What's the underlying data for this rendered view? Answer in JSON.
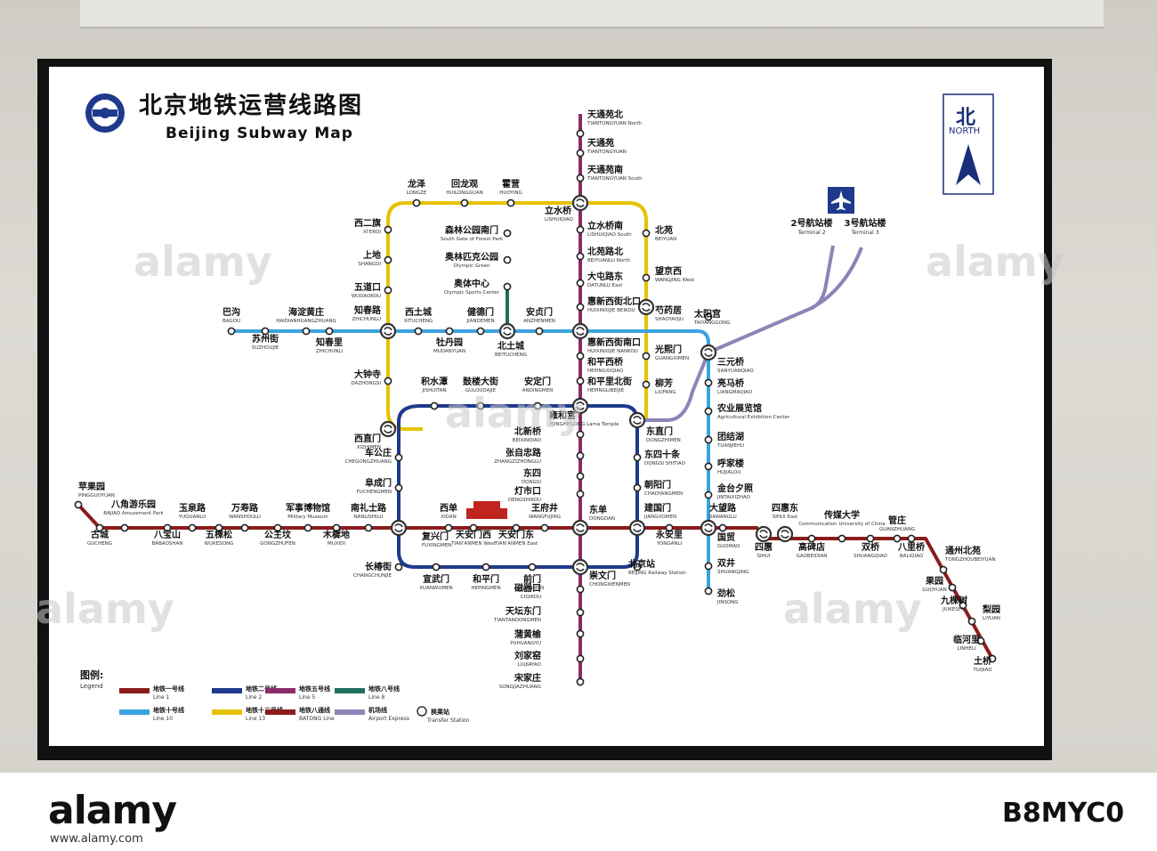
{
  "title_cn": "北京地铁运营线路图",
  "title_en": "Beijing Subway Map",
  "north_cn": "北",
  "north_en": "NORTH",
  "watermark": "alamy",
  "footer": {
    "logo": "alamy",
    "code": "B8MYC0",
    "url": "www.alamy.com"
  },
  "colors": {
    "line1": "#8b1c1c",
    "line2": "#1f3a8c",
    "line5": "#8a2a66",
    "line8": "#1f7060",
    "line10": "#3ba3e0",
    "line13": "#e6c200",
    "batong": "#8b1c1c",
    "airport": "#8a86b8"
  },
  "legend": {
    "title_cn": "图例:",
    "title_en": "Legend",
    "items": [
      {
        "cn": "地铁一号线",
        "en": "Line 1",
        "color": "#8b1c1c"
      },
      {
        "cn": "地铁二号线",
        "en": "Line 2",
        "color": "#1f3a8c"
      },
      {
        "cn": "地铁五号线",
        "en": "Line 5",
        "color": "#8a2a66"
      },
      {
        "cn": "地铁八号线",
        "en": "Line 8",
        "color": "#1f7060"
      },
      {
        "cn": "地铁十号线",
        "en": "Line 10",
        "color": "#3ba3e0"
      },
      {
        "cn": "地铁十三号线",
        "en": "Line 13",
        "color": "#e6c200"
      },
      {
        "cn": "地铁八通线",
        "en": "BATONG Line",
        "color": "#8b1c1c"
      },
      {
        "cn": "机场线",
        "en": "Airport Express",
        "color": "#8a86b8"
      }
    ],
    "transfer_cn": "换乘站",
    "transfer_en": "Transfer Station"
  },
  "airport": {
    "t2_cn": "2号航站楼",
    "t2_en": "Terminal 2",
    "t3_cn": "3号航站楼",
    "t3_en": "Terminal 3"
  },
  "stations": [
    {
      "cn": "天通苑北",
      "en": "TIANTONGYUAN North"
    },
    {
      "cn": "天通苑",
      "en": "TIANTONGYUAN"
    },
    {
      "cn": "天通苑南",
      "en": "TIANTONGYUAN South"
    },
    {
      "cn": "立水桥",
      "en": "LISHUIQIAO"
    },
    {
      "cn": "立水桥南",
      "en": "LISHUIQIAO South"
    },
    {
      "cn": "北苑路北",
      "en": "BEIYUANLU North"
    },
    {
      "cn": "大屯路东",
      "en": "DATUNLU East"
    },
    {
      "cn": "惠新西街北口",
      "en": "HUIXINXIJIE BEIKOU"
    },
    {
      "cn": "惠新西街南口",
      "en": "HUIXINXIJIE NANKOU"
    },
    {
      "cn": "和平西桥",
      "en": "HEPINGXIQIAO"
    },
    {
      "cn": "和平里北街",
      "en": "HEPINGLIBEIJIE"
    },
    {
      "cn": "雍和宫",
      "en": "YONGHEGONG Lama Temple"
    },
    {
      "cn": "北新桥",
      "en": "BEIXINQIAO"
    },
    {
      "cn": "张自忠路",
      "en": "ZHANGZIZHONGLU"
    },
    {
      "cn": "东四",
      "en": "DONGSI"
    },
    {
      "cn": "灯市口",
      "en": "DENGSHIKOU"
    },
    {
      "cn": "东单",
      "en": "DONGDAN"
    },
    {
      "cn": "崇文门",
      "en": "CHONGWENMEN"
    },
    {
      "cn": "磁器口",
      "en": "CIQIKOU"
    },
    {
      "cn": "天坛东门",
      "en": "TIANTANDONGMEN"
    },
    {
      "cn": "蒲黄榆",
      "en": "PUHUANGYU"
    },
    {
      "cn": "刘家窑",
      "en": "LIUJIAYAO"
    },
    {
      "cn": "宋家庄",
      "en": "SONGJIAZHUANG"
    },
    {
      "cn": "龙泽",
      "en": "LONGZE"
    },
    {
      "cn": "回龙观",
      "en": "HUILONGGUAN"
    },
    {
      "cn": "霍营",
      "en": "HUOYING"
    },
    {
      "cn": "西二旗",
      "en": "XI'ERQI"
    },
    {
      "cn": "上地",
      "en": "SHANGDI"
    },
    {
      "cn": "五道口",
      "en": "WUDAOKOU"
    },
    {
      "cn": "知春路",
      "en": "ZHICHUNLU"
    },
    {
      "cn": "大钟寺",
      "en": "DAZHONGSI"
    },
    {
      "cn": "西直门",
      "en": "XIZHIMEN"
    },
    {
      "cn": "北苑",
      "en": "BEIYUAN"
    },
    {
      "cn": "望京西",
      "en": "WANGJING West"
    },
    {
      "cn": "芍药居",
      "en": "SHAOYAOJU"
    },
    {
      "cn": "光熙门",
      "en": "GUANGXIMEN"
    },
    {
      "cn": "柳芳",
      "en": "LIUFANG"
    },
    {
      "cn": "东直门",
      "en": "DONGZHIMEN"
    },
    {
      "cn": "森林公园南门",
      "en": "South Gate of Forest Park"
    },
    {
      "cn": "奥林匹克公园",
      "en": "Olympic Green"
    },
    {
      "cn": "奥体中心",
      "en": "Olympic Sports Center"
    },
    {
      "cn": "北土城",
      "en": "BEITUCHENG"
    },
    {
      "cn": "巴沟",
      "en": "BAGOU"
    },
    {
      "cn": "苏州街",
      "en": "SUZHOUJIE"
    },
    {
      "cn": "海淀黄庄",
      "en": "HAIDIANHUANGZHUANG"
    },
    {
      "cn": "知春里",
      "en": "ZHICHUNLI"
    },
    {
      "cn": "西土城",
      "en": "XITUCHENG"
    },
    {
      "cn": "牡丹园",
      "en": "MUDANYUAN"
    },
    {
      "cn": "健德门",
      "en": "JIANDEMEN"
    },
    {
      "cn": "安贞门",
      "en": "ANZHENMEN"
    },
    {
      "cn": "太阳宫",
      "en": "TAIYANGGONG"
    },
    {
      "cn": "三元桥",
      "en": "SANYUANQIAO"
    },
    {
      "cn": "亮马桥",
      "en": "LIANGMAQIAO"
    },
    {
      "cn": "农业展览馆",
      "en": "Agricultural Exhibition Center"
    },
    {
      "cn": "团结湖",
      "en": "TUANJIEHU"
    },
    {
      "cn": "呼家楼",
      "en": "HUJIALOU"
    },
    {
      "cn": "金台夕照",
      "en": "JINTAIXIZHAO"
    },
    {
      "cn": "国贸",
      "en": "GUOMAO"
    },
    {
      "cn": "双井",
      "en": "SHUANGJING"
    },
    {
      "cn": "劲松",
      "en": "JINSONG"
    },
    {
      "cn": "积水潭",
      "en": "JISHUITAN"
    },
    {
      "cn": "鼓楼大街",
      "en": "GULOUDAJIE"
    },
    {
      "cn": "安定门",
      "en": "ANDINGMEN"
    },
    {
      "cn": "车公庄",
      "en": "CHEGONGZHUANG"
    },
    {
      "cn": "阜成门",
      "en": "FUCHENGMEN"
    },
    {
      "cn": "复兴门",
      "en": "FUXINGMEN"
    },
    {
      "cn": "长椿街",
      "en": "CHANGCHUNJIE"
    },
    {
      "cn": "宣武门",
      "en": "XUANWUMEN"
    },
    {
      "cn": "和平门",
      "en": "HEPINGMEN"
    },
    {
      "cn": "前门",
      "en": "QIANMEN"
    },
    {
      "cn": "北京站",
      "en": "BEIJING Railway Station"
    },
    {
      "cn": "建国门",
      "en": "JIANGUOMEN"
    },
    {
      "cn": "朝阳门",
      "en": "CHAOYANGMEN"
    },
    {
      "cn": "东四十条",
      "en": "DONGSI SHITIAO"
    },
    {
      "cn": "苹果园",
      "en": "PINGGUOYUAN"
    },
    {
      "cn": "古城",
      "en": "GUCHENG"
    },
    {
      "cn": "八角游乐园",
      "en": "BAJIAO Amusement Park"
    },
    {
      "cn": "八宝山",
      "en": "BABAOSHAN"
    },
    {
      "cn": "玉泉路",
      "en": "YUQUANLU"
    },
    {
      "cn": "五棵松",
      "en": "WUKESONG"
    },
    {
      "cn": "万寿路",
      "en": "WANSHOULU"
    },
    {
      "cn": "公主坟",
      "en": "GONGZHUFEN"
    },
    {
      "cn": "军事博物馆",
      "en": "Military Museum"
    },
    {
      "cn": "木樨地",
      "en": "MUXIDI"
    },
    {
      "cn": "南礼士路",
      "en": "NANLISHILU"
    },
    {
      "cn": "西单",
      "en": "XIDAN"
    },
    {
      "cn": "天安门西",
      "en": "TIAN'ANMEN West"
    },
    {
      "cn": "天安门东",
      "en": "TIAN'ANMEN East"
    },
    {
      "cn": "王府井",
      "en": "WANGFUJING"
    },
    {
      "cn": "永安里",
      "en": "YONGANLI"
    },
    {
      "cn": "大望路",
      "en": "DAWANGLU"
    },
    {
      "cn": "四惠",
      "en": "SIHUI"
    },
    {
      "cn": "四惠东",
      "en": "SIHUI East"
    },
    {
      "cn": "高碑店",
      "en": "GAOBEIDIAN"
    },
    {
      "cn": "传媒大学",
      "en": "Communication University of China"
    },
    {
      "cn": "双桥",
      "en": "SHUANGQIAO"
    },
    {
      "cn": "管庄",
      "en": "GUANZHUANG"
    },
    {
      "cn": "八里桥",
      "en": "BALIQIAO"
    },
    {
      "cn": "通州北苑",
      "en": "TONGZHOUBEIYUAN"
    },
    {
      "cn": "果园",
      "en": "GUOYUAN"
    },
    {
      "cn": "九棵树",
      "en": "JIUKESHU"
    },
    {
      "cn": "梨园",
      "en": "LIYUAN"
    },
    {
      "cn": "临河里",
      "en": "LINHELI"
    },
    {
      "cn": "土桥",
      "en": "TUQIAO"
    }
  ]
}
